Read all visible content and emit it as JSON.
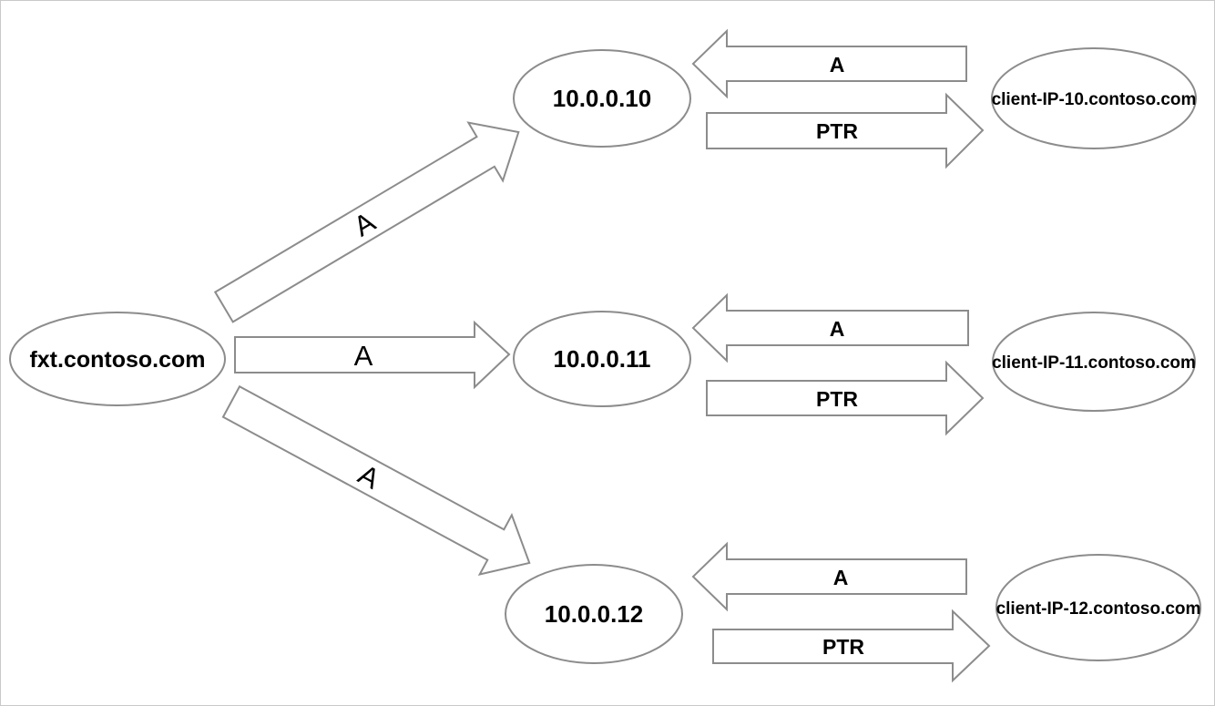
{
  "diagram": {
    "type": "dns-round-robin-flow",
    "source_node": {
      "label": "fxt.contoso.com"
    },
    "forward_arrows": [
      {
        "label": "A",
        "from": "fxt.contoso.com",
        "to": "10.0.0.10"
      },
      {
        "label": "A",
        "from": "fxt.contoso.com",
        "to": "10.0.0.11"
      },
      {
        "label": "A",
        "from": "fxt.contoso.com",
        "to": "10.0.0.12"
      }
    ],
    "rows": [
      {
        "ip": "10.0.0.10",
        "client": "client-IP-10.contoso.com",
        "reverse_a_label": "A",
        "ptr_label": "PTR"
      },
      {
        "ip": "10.0.0.11",
        "client": "client-IP-11.contoso.com",
        "reverse_a_label": "A",
        "ptr_label": "PTR"
      },
      {
        "ip": "10.0.0.12",
        "client": "client-IP-12.contoso.com",
        "reverse_a_label": "A",
        "ptr_label": "PTR"
      }
    ],
    "colors": {
      "shape_stroke": "#8c8c8c",
      "shape_fill": "#ffffff",
      "text": "#000000",
      "page_border": "#c9c9c9",
      "background": "#ffffff"
    }
  }
}
